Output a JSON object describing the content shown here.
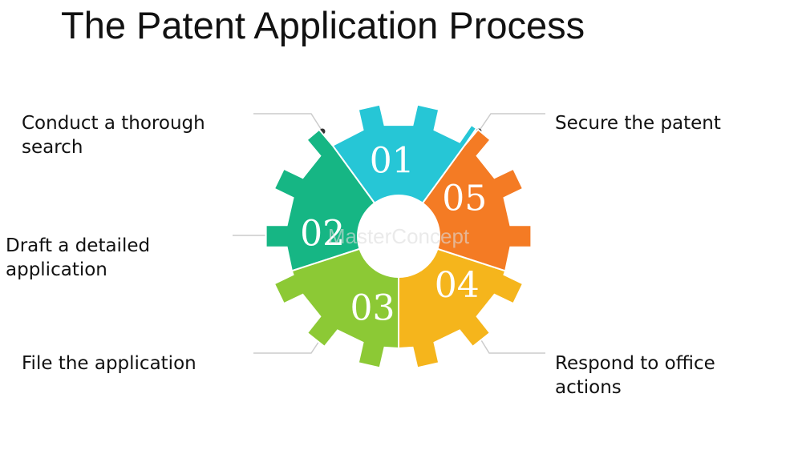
{
  "title": "The Patent Application Process",
  "steps": [
    {
      "number": "01",
      "lines": [
        "Conduct a thorough",
        "search"
      ],
      "color": "#26c6d6"
    },
    {
      "number": "02",
      "lines": [
        "Draft a detailed",
        "application"
      ],
      "color": "#16b684"
    },
    {
      "number": "03",
      "lines": [
        "File the application"
      ],
      "color": "#8cc935"
    },
    {
      "number": "04",
      "lines": [
        "Respond to office",
        "actions"
      ],
      "color": "#f5b51c"
    },
    {
      "number": "05",
      "lines": [
        "Secure the patent"
      ],
      "color": "#f47b24"
    }
  ],
  "watermark": "MasterConcept",
  "colors": {
    "connector": "#cccccc",
    "dot": "#333333",
    "text": "#111111"
  }
}
